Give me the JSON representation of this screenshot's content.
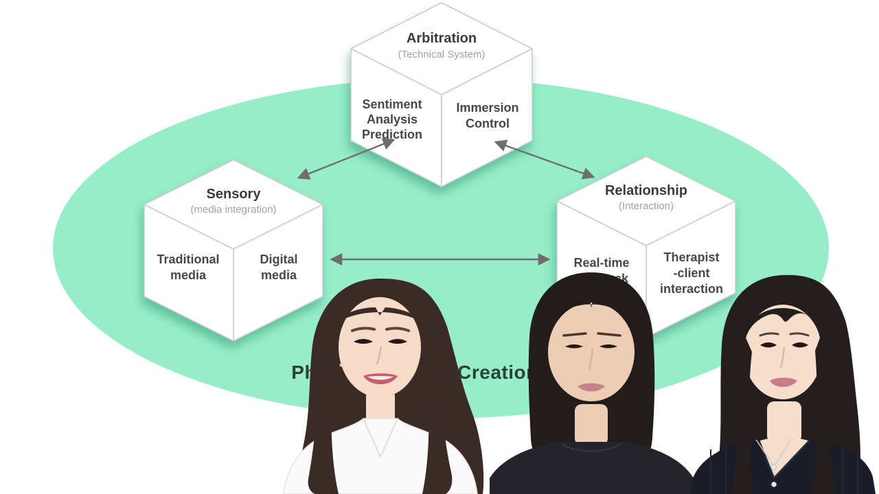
{
  "diagram": {
    "ellipse_color": "#96EDC8",
    "arrow_color": "#6e6e6e",
    "caption": "Phygital Therapy Creation",
    "caption_color": "#2c4038",
    "cube_fill": "#ffffff",
    "cubes": [
      {
        "id": "arbitration",
        "top_label": "Arbitration",
        "top_sublabel": "(Technical System)",
        "left_face_lines": [
          "Sentiment",
          "Analysis",
          "Prediction"
        ],
        "right_face_lines": [
          "Immersion",
          "Control"
        ]
      },
      {
        "id": "sensory",
        "top_label": "Sensory",
        "top_sublabel": "(media integration)",
        "left_face_lines": [
          "Traditional",
          "media"
        ],
        "right_face_lines": [
          "Digital",
          "media"
        ]
      },
      {
        "id": "relationship",
        "top_label": "Relationship",
        "top_sublabel": "(Interaction)",
        "left_face_lines": [
          "Real-time",
          "feedback"
        ],
        "right_face_lines": [
          "Therapist",
          "-client",
          "interaction"
        ]
      }
    ],
    "arrows": [
      {
        "from": "arbitration",
        "to": "sensory",
        "bidirectional": true
      },
      {
        "from": "arbitration",
        "to": "relationship",
        "bidirectional": true
      },
      {
        "from": "sensory",
        "to": "relationship",
        "bidirectional": true
      }
    ]
  },
  "portraits": [
    {
      "description": "woman with long dark-brown wavy hair wearing a white blouse",
      "hair_color": "#3a2b27",
      "skin_color": "#f5dbc8",
      "garment_color": "#fbfafa"
    },
    {
      "description": "woman with black shoulder-length hair wearing a dark crew-neck sweater",
      "hair_color": "#221d1b",
      "skin_color": "#edceb5",
      "garment_color": "#26242b"
    },
    {
      "description": "woman with long dark hair and wispy bangs wearing a dark ribbed v-neck cardigan",
      "hair_color": "#241e1e",
      "skin_color": "#f6decd",
      "garment_color": "#1a1d28"
    }
  ]
}
